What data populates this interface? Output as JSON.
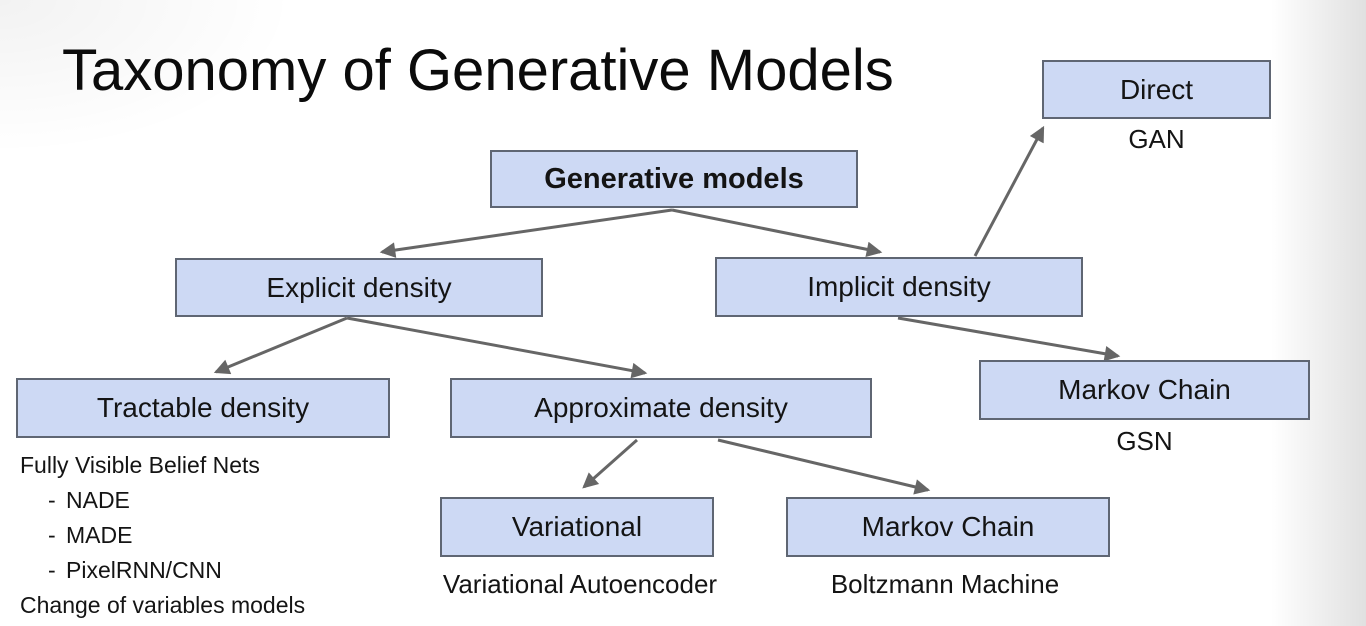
{
  "title": "Taxonomy of Generative Models",
  "diagram": {
    "nodes": {
      "generative": "Generative models",
      "explicit": "Explicit density",
      "implicit": "Implicit density",
      "tractable": "Tractable density",
      "approximate": "Approximate density",
      "variational": "Variational",
      "markov_middle": "Markov Chain",
      "markov_right": "Markov Chain",
      "direct": "Direct"
    },
    "annotations": {
      "gan": "GAN",
      "gsn": "GSN",
      "vae": "Variational Autoencoder",
      "boltzmann": "Boltzmann Machine"
    },
    "tractable_notes": {
      "heading": "Fully Visible Belief Nets",
      "bullet": "-",
      "items": [
        "NADE",
        "MADE",
        "PixelRNN/CNN"
      ],
      "footer": "Change of variables models"
    },
    "colors": {
      "node_fill": "#cdd9f4",
      "node_border": "#5f6673",
      "arrow": "#666666",
      "text": "#141414"
    }
  }
}
